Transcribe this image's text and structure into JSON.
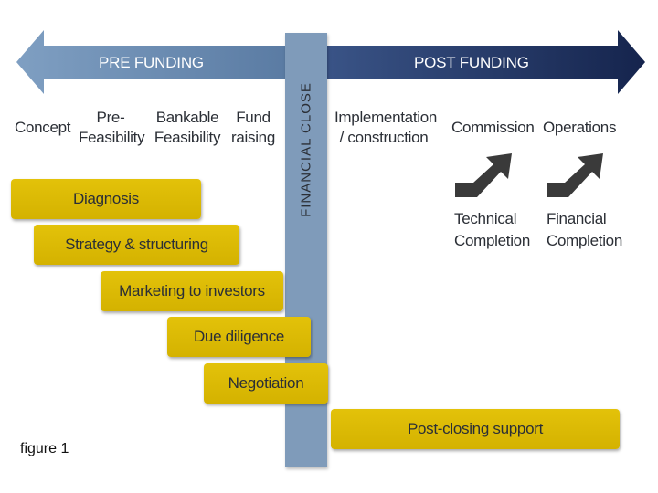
{
  "funding": {
    "pre": "PRE FUNDING",
    "post": "POST FUNDING",
    "close": "FINANCIAL CLOSE"
  },
  "stages": {
    "concept": [
      "Concept"
    ],
    "pre_feasibility": [
      "Pre-",
      "Feasibility"
    ],
    "bankable": [
      "Bankable",
      "Feasibility"
    ],
    "fund_raising": [
      "Fund",
      "raising"
    ],
    "implementation": [
      "Implementation",
      "/ construction"
    ],
    "commission": [
      "Commission"
    ],
    "operations": [
      "Operations"
    ]
  },
  "milestones": {
    "technical": [
      "Technical",
      "Completion"
    ],
    "financial": [
      "Financial",
      "Completion"
    ]
  },
  "bars": {
    "diagnosis": "Diagnosis",
    "strategy": "Strategy & structuring",
    "marketing": "Marketing to investors",
    "due_diligence": "Due diligence",
    "negotiation": "Negotiation",
    "post_closing": "Post-closing support"
  },
  "caption": "figure 1",
  "colors": {
    "bar": "#d4b200",
    "close": "#7f9bba",
    "arrow_pre": "#6e8fb3",
    "arrow_post": "#1b2d5a"
  }
}
